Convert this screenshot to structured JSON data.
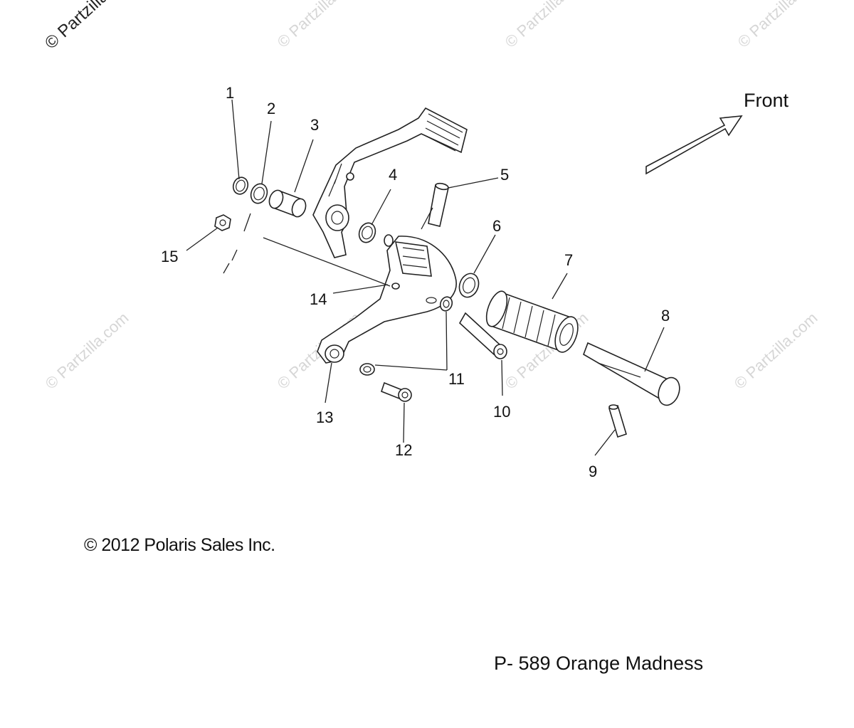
{
  "diagram": {
    "callouts": {
      "c1": "1",
      "c2": "2",
      "c3": "3",
      "c4": "4",
      "c5": "5",
      "c6": "6",
      "c7": "7",
      "c8": "8",
      "c9": "9",
      "c10": "10",
      "c11": "11",
      "c12": "12",
      "c13": "13",
      "c14": "14",
      "c15": "15"
    },
    "direction_label": "Front",
    "watermark_corner": "© Partzilla",
    "watermark_text": "© Partzilla.com"
  },
  "footer": {
    "copyright": "© 2012 Polaris Sales Inc.",
    "page_code": "P- 589 Orange Madness"
  }
}
